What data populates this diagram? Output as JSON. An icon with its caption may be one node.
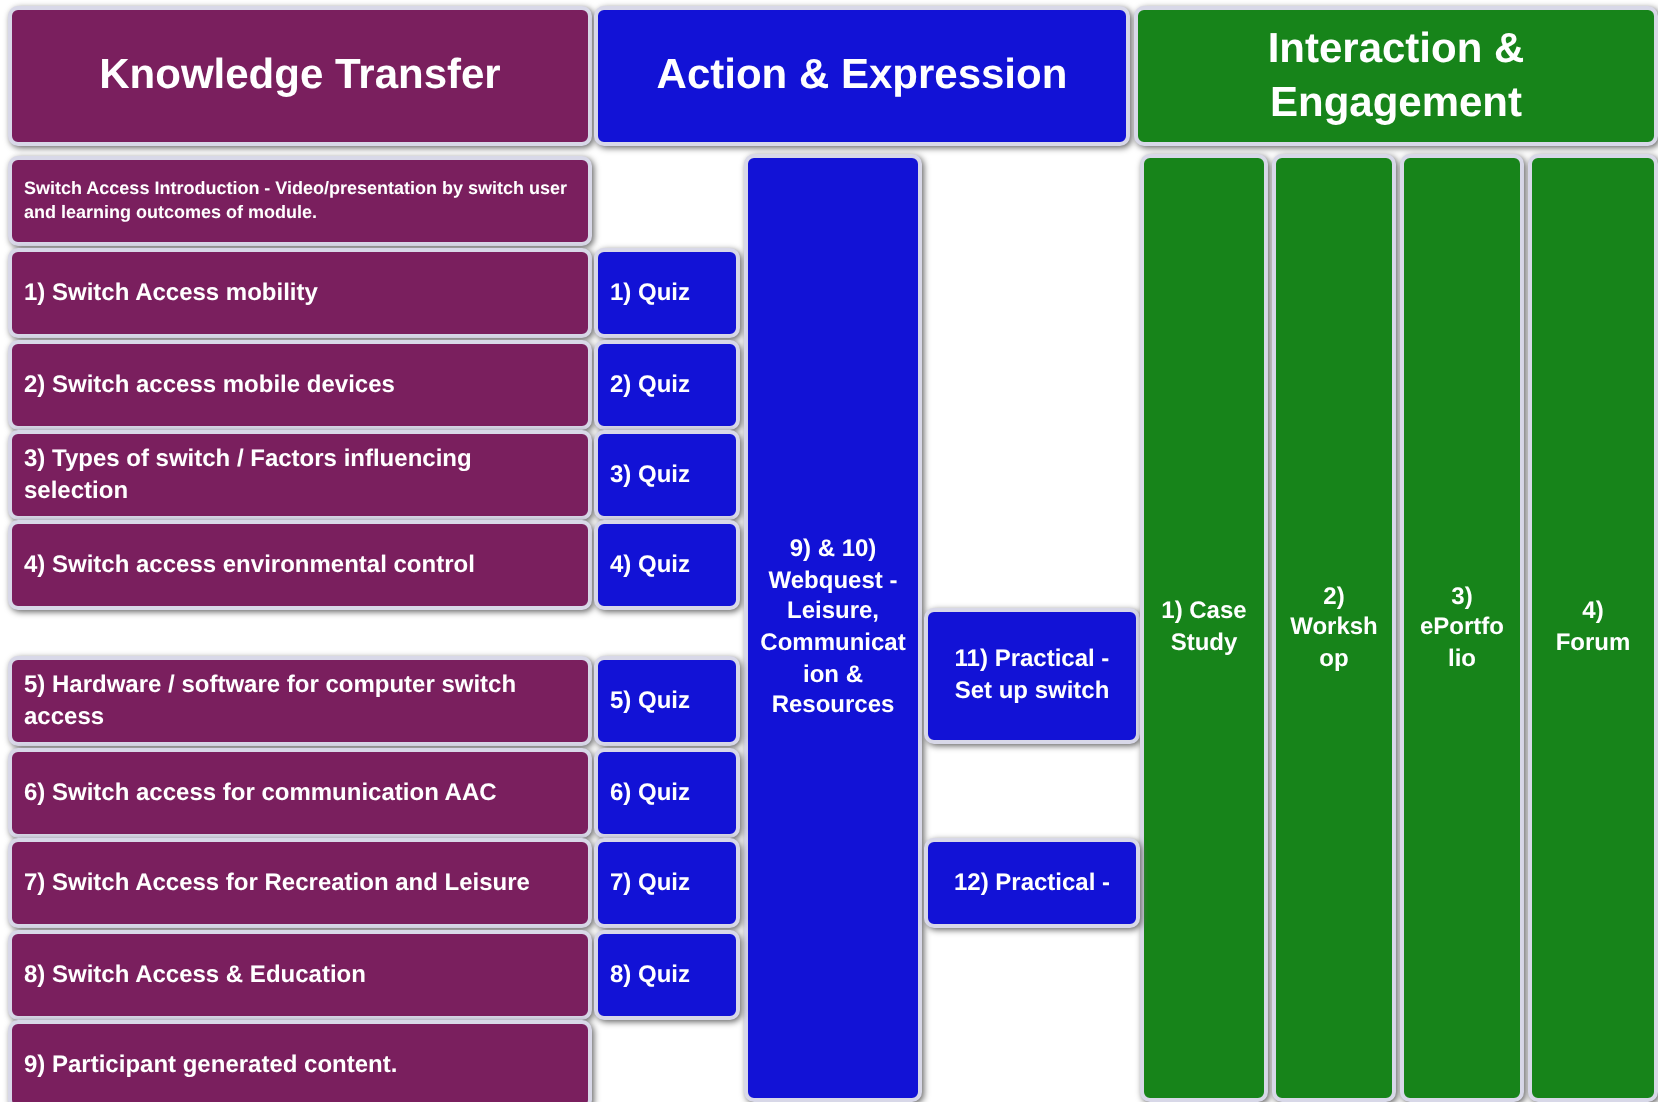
{
  "diagram": {
    "nodes": [
      {
        "text": [
          "Knowledge Transfer"
        ]
      },
      {
        "text": [
          "Action & Expression"
        ]
      },
      {
        "text": [
          "Interaction & Engagement"
        ]
      },
      {
        "text": [
          "Switch Access Introduction - Video/presentation by switch user and learning outcomes of module."
        ]
      },
      {
        "text": [
          "1) Switch Access mobility"
        ]
      },
      {
        "text": [
          "1) Quiz"
        ]
      },
      {
        "text": [
          "2) Switch access mobile  devices"
        ]
      },
      {
        "text": [
          "2) Quiz"
        ]
      },
      {
        "text": [
          "3) Types of switch / Factors influencing selection"
        ]
      },
      {
        "text": [
          "3) Quiz"
        ]
      },
      {
        "text": [
          "4) Switch access environmental control"
        ]
      },
      {
        "text": [
          "4) Quiz"
        ]
      },
      {
        "text": [
          "9) & 10) Webquest - Leisure, Communicat ion & Resources"
        ]
      },
      {
        "text": [
          "11) Practical - Set up switch"
        ]
      },
      {
        "text": [
          "1) Case Study"
        ]
      },
      {
        "text": [
          "2) Worksh op"
        ]
      },
      {
        "text": [
          "3) ePortfo lio"
        ]
      },
      {
        "text": [
          "4) Forum"
        ]
      },
      {
        "text": [
          "5) Hardware / software for computer switch access"
        ]
      },
      {
        "text": [
          "5) Quiz"
        ]
      },
      {
        "text": [
          "6) Switch access for communication AAC"
        ]
      },
      {
        "text": [
          "6) Quiz"
        ]
      },
      {
        "text": [
          "7) Switch Access for Recreation and Leisure"
        ]
      },
      {
        "text": [
          "7) Quiz"
        ]
      },
      {
        "text": [
          "12) Practical -"
        ]
      },
      {
        "text": [
          "8) Switch Access & Education"
        ]
      },
      {
        "text": [
          "8) Quiz"
        ]
      },
      {
        "text": [
          "9) Participant generated content."
        ]
      }
    ],
    "edges": []
  }
}
